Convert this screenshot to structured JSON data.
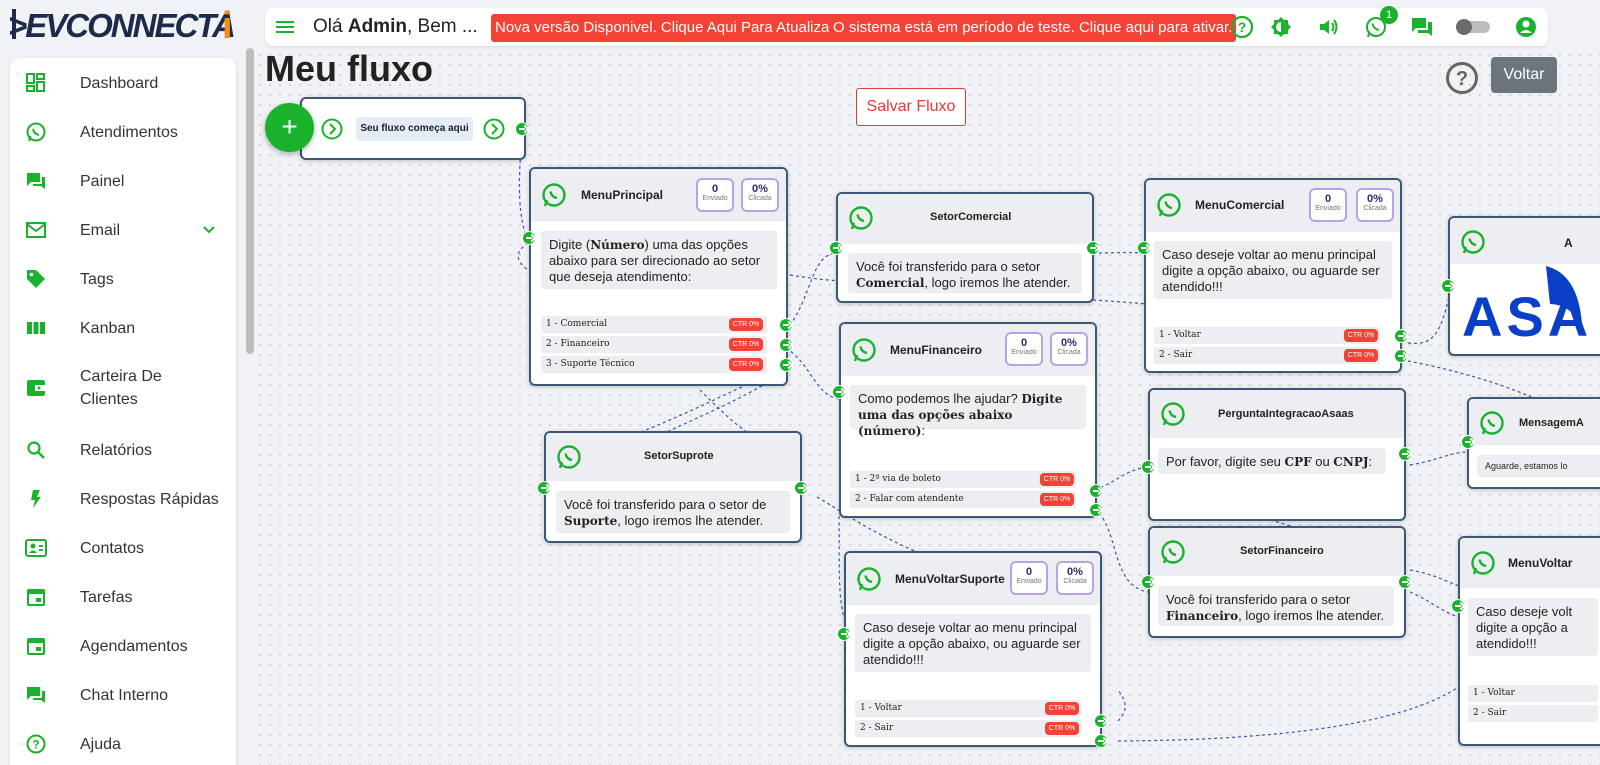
{
  "app": {
    "logo_text": "DEVCONNECTAI"
  },
  "topbar": {
    "greeting_prefix": "Olá ",
    "greeting_name": "Admin",
    "greeting_suffix": ", Bem ...",
    "alert_update": "Nova versão Disponivel. Clique Aqui Para Atualizar",
    "alert_trial": "O sistema está em período de teste. Clique aqui para ativar.",
    "whatsapp_badge": "1"
  },
  "sidebar": {
    "items": [
      {
        "label": "Dashboard",
        "icon": "dashboard-icon"
      },
      {
        "label": "Atendimentos",
        "icon": "whatsapp-icon"
      },
      {
        "label": "Painel",
        "icon": "forum-icon"
      },
      {
        "label": "Email",
        "icon": "email-icon"
      },
      {
        "label": "Tags",
        "icon": "tag-icon"
      },
      {
        "label": "Kanban",
        "icon": "kanban-icon"
      },
      {
        "label": "Carteira De Clientes",
        "icon": "wallet-icon"
      },
      {
        "label": "Relatórios",
        "icon": "search-icon"
      },
      {
        "label": "Respostas Rápidas",
        "icon": "flash-icon"
      },
      {
        "label": "Contatos",
        "icon": "contacts-icon"
      },
      {
        "label": "Tarefas",
        "icon": "calendar-icon"
      },
      {
        "label": "Agendamentos",
        "icon": "event-icon"
      },
      {
        "label": "Chat Interno",
        "icon": "chat-icon"
      },
      {
        "label": "Ajuda",
        "icon": "help-icon"
      }
    ]
  },
  "page": {
    "title": "Meu fluxo",
    "back_label": "Voltar",
    "save_label": "Salvar Fluxo"
  },
  "start_node": {
    "label": "Seu fluxo começa aqui"
  },
  "stat_labels": {
    "sent": "Enviado",
    "clicked": "Clicada"
  },
  "ctr_label": "CTR 0%",
  "nodes": {
    "menu_principal": {
      "title": "MenuPrincipal",
      "sent": "0",
      "clicked": "0%",
      "msg_a": "Digite (",
      "msg_b": "Número",
      "msg_c": ") uma das opções abaixo para ser direcionado ao setor que deseja atendimento:",
      "options": [
        "1 - Comercial",
        "2 - Financeiro",
        "3 - Suporte Técnico"
      ]
    },
    "setor_comercial": {
      "title": "SetorComercial",
      "msg_a": "Você foi transferido para o setor ",
      "msg_b": "Comercial",
      "msg_c": ", logo iremos lhe atender."
    },
    "menu_comercial": {
      "title": "MenuComercial",
      "sent": "0",
      "clicked": "0%",
      "msg": "Caso deseje voltar ao menu principal digite a opção abaixo, ou aguarde ser atendido!!!",
      "options": [
        "1 - Voltar",
        "2 - Sair"
      ]
    },
    "asaas": {
      "title": "A",
      "logo_text": "ASA"
    },
    "menu_financeiro": {
      "title": "MenuFinanceiro",
      "sent": "0",
      "clicked": "0%",
      "msg_a": "Como podemos lhe ajudar? ",
      "msg_b": "Digite uma das opções abaixo (número)",
      "msg_c": ":",
      "options": [
        "1 - 2ª via de boleto",
        "2 - Falar com atendente"
      ]
    },
    "pergunta_asaas": {
      "title": "PerguntaIntegracaoAsaas",
      "msg_a": "Por favor, digite seu ",
      "msg_b": "CPF",
      "msg_c": " ou ",
      "msg_d": "CNPJ",
      "msg_e": ":"
    },
    "mensagem_a": {
      "title": "MensagemA",
      "msg": "Aguarde, estamos lo"
    },
    "setor_suporte": {
      "title": "SetorSuprote",
      "msg_a": "Você foi transferido para o setor de ",
      "msg_b": "Suporte",
      "msg_c": ", logo iremos lhe atender."
    },
    "setor_financeiro": {
      "title": "SetorFinanceiro",
      "msg_a": "Você foi transferido para o setor ",
      "msg_b": "Financeiro",
      "msg_c": ", logo iremos lhe atender."
    },
    "menu_voltar_suporte": {
      "title": "MenuVoltarSuporte",
      "sent": "0",
      "clicked": "0%",
      "msg": "Caso deseje voltar ao menu principal digite a opção abaixo, ou aguarde ser atendido!!!",
      "options": [
        "1 - Voltar",
        "2 - Sair"
      ]
    },
    "menu_voltar_right": {
      "title": "MenuVoltar",
      "msg": "Caso deseje volt digite a opção a atendido!!!",
      "options": [
        "1 - Voltar",
        "2 - Sair"
      ]
    }
  },
  "colors": {
    "accent": "#1ab22d",
    "alert": "#f44336",
    "node_border": "#3b5876",
    "edge": "#3f51b5"
  }
}
